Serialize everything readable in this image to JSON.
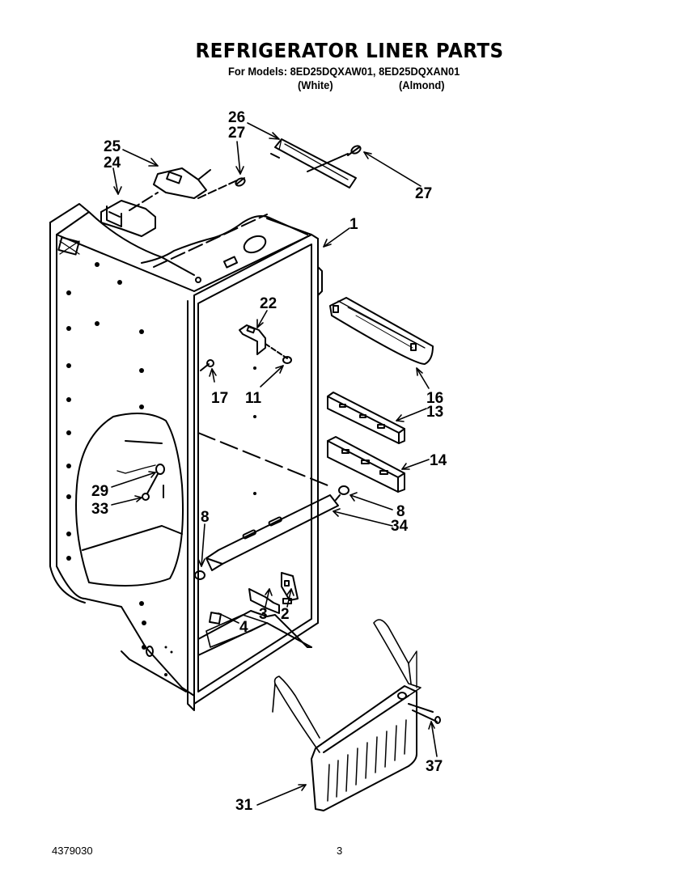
{
  "header": {
    "title": "REFRIGERATOR LINER PARTS",
    "models_line": "For Models: 8ED25DQXAW01, 8ED25DQXAN01",
    "variant_white": "(White)",
    "variant_almond": "(Almond)"
  },
  "callouts": {
    "c1": "1",
    "c2": "2",
    "c3": "3",
    "c4": "4",
    "c8a": "8",
    "c8b": "8",
    "c11": "11",
    "c13": "13",
    "c14": "14",
    "c16": "16",
    "c17": "17",
    "c22": "22",
    "c24": "24",
    "c25": "25",
    "c26": "26",
    "c27a": "27",
    "c27b": "27",
    "c29": "29",
    "c31": "31",
    "c33": "33",
    "c34": "34",
    "c37": "37"
  },
  "footer": {
    "doc_number": "4379030",
    "page_number": "3"
  }
}
